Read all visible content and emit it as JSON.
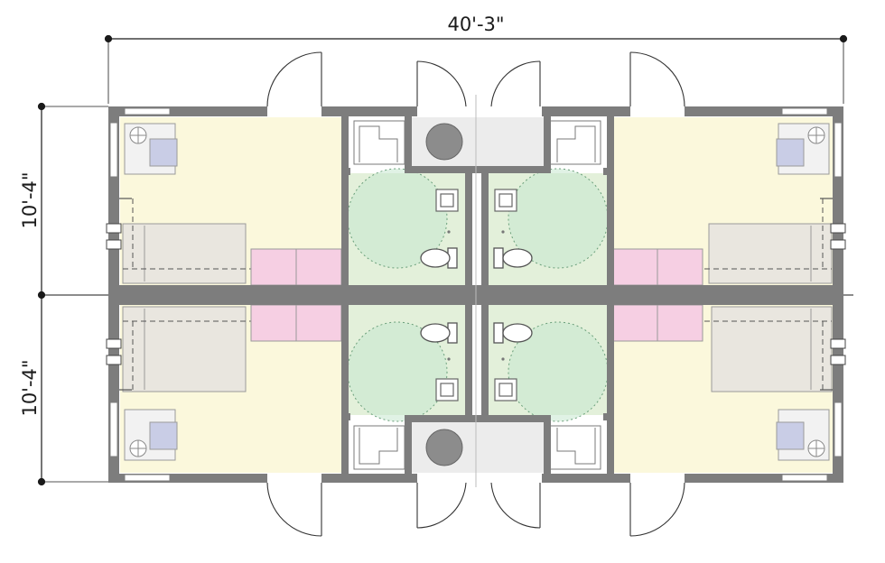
{
  "dimensions": {
    "overall_width": "40'-3\"",
    "upper_unit_depth": "10'-4\"",
    "lower_unit_depth": "10'-4\""
  },
  "colors": {
    "wall": "#7d7d7d",
    "room_floor": "#fbf8dc",
    "bathroom_floor": "#e3f0da",
    "bath_circle": "#c6e8cf",
    "closet": "#f6cfe3",
    "bed": "#e9e6df",
    "chair": "#c9cde6",
    "utility_floor": "#ececec"
  }
}
